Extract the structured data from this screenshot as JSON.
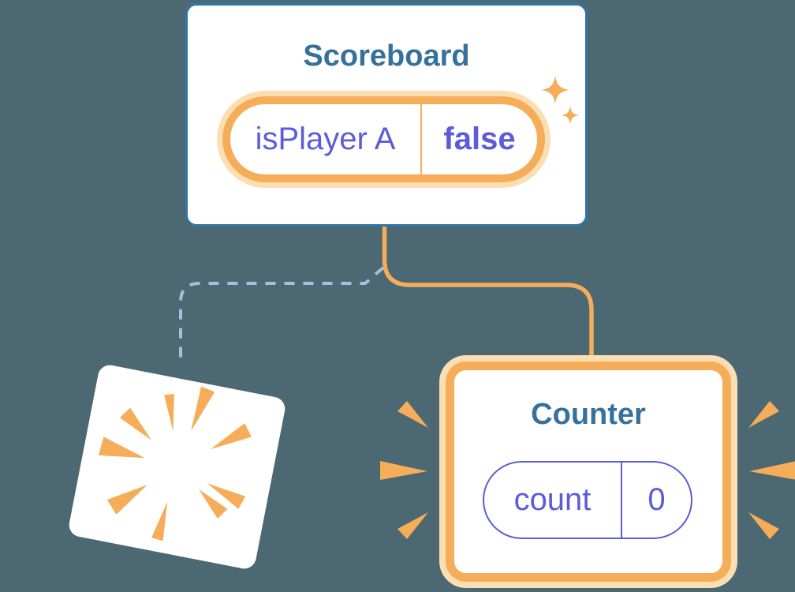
{
  "scoreboard": {
    "title": "Scoreboard",
    "state": {
      "label": "isPlayer A",
      "value": "false"
    }
  },
  "counter": {
    "title": "Counter",
    "state": {
      "label": "count",
      "value": "0"
    }
  },
  "icons": {
    "sparkles": "sparkles-icon",
    "burst": "burst-explosion-icon",
    "emphasis": "emphasis-marks"
  },
  "colors": {
    "background": "#4C6872",
    "card": "#FFFFFF",
    "scoreboard_border": "#2F76A6",
    "heading": "#36719C",
    "orange": "#F6AD59",
    "orange_halo": "#FBDFB2",
    "purple_text": "#5C5CDB",
    "purple_border": "#5B5FD2",
    "dashed_line": "#A4C2D6"
  }
}
